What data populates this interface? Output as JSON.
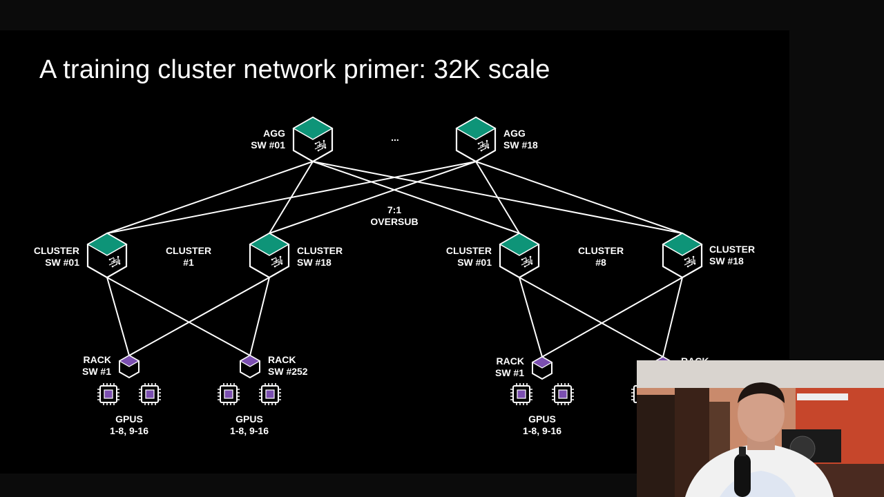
{
  "slide": {
    "title": "A training cluster network primer: 32K scale",
    "ellipsis": "...",
    "oversub": [
      "7:1",
      "OVERSUB"
    ]
  },
  "agg": {
    "left": [
      "AGG",
      "SW #01"
    ],
    "right": [
      "AGG",
      "SW #18"
    ]
  },
  "clusters": [
    {
      "name": [
        "CLUSTER",
        "#1"
      ],
      "sw_left": [
        "CLUSTER",
        "SW #01"
      ],
      "sw_right": [
        "CLUSTER",
        "SW #18"
      ],
      "rack_left": [
        "RACK",
        "SW #1"
      ],
      "rack_right": [
        "RACK",
        "SW #252"
      ],
      "gpus_left": [
        "GPUS",
        "1-8, 9-16"
      ],
      "gpus_right": [
        "GPUS",
        "1-8, 9-16"
      ]
    },
    {
      "name": [
        "CLUSTER",
        "#8"
      ],
      "sw_left": [
        "CLUSTER",
        "SW #01"
      ],
      "sw_right": [
        "CLUSTER",
        "SW #18"
      ],
      "rack_left": [
        "RACK",
        "SW #1"
      ],
      "rack_right": [
        "RACK",
        ""
      ],
      "gpus_left": [
        "GPUS",
        "1-8, 9-16"
      ]
    }
  ],
  "colors": {
    "switch_top": "#0e9478",
    "rack_top": "#7b4fb0",
    "line": "#ffffff",
    "background": "#000000"
  },
  "icons": {
    "agg_switch": "hexagon-switch-icon",
    "cluster_switch": "hexagon-switch-icon",
    "rack_switch": "small-hexagon-rack-icon",
    "gpu": "gpu-chip-icon"
  },
  "webcam": {
    "description_icon": "webcam-overlay"
  }
}
